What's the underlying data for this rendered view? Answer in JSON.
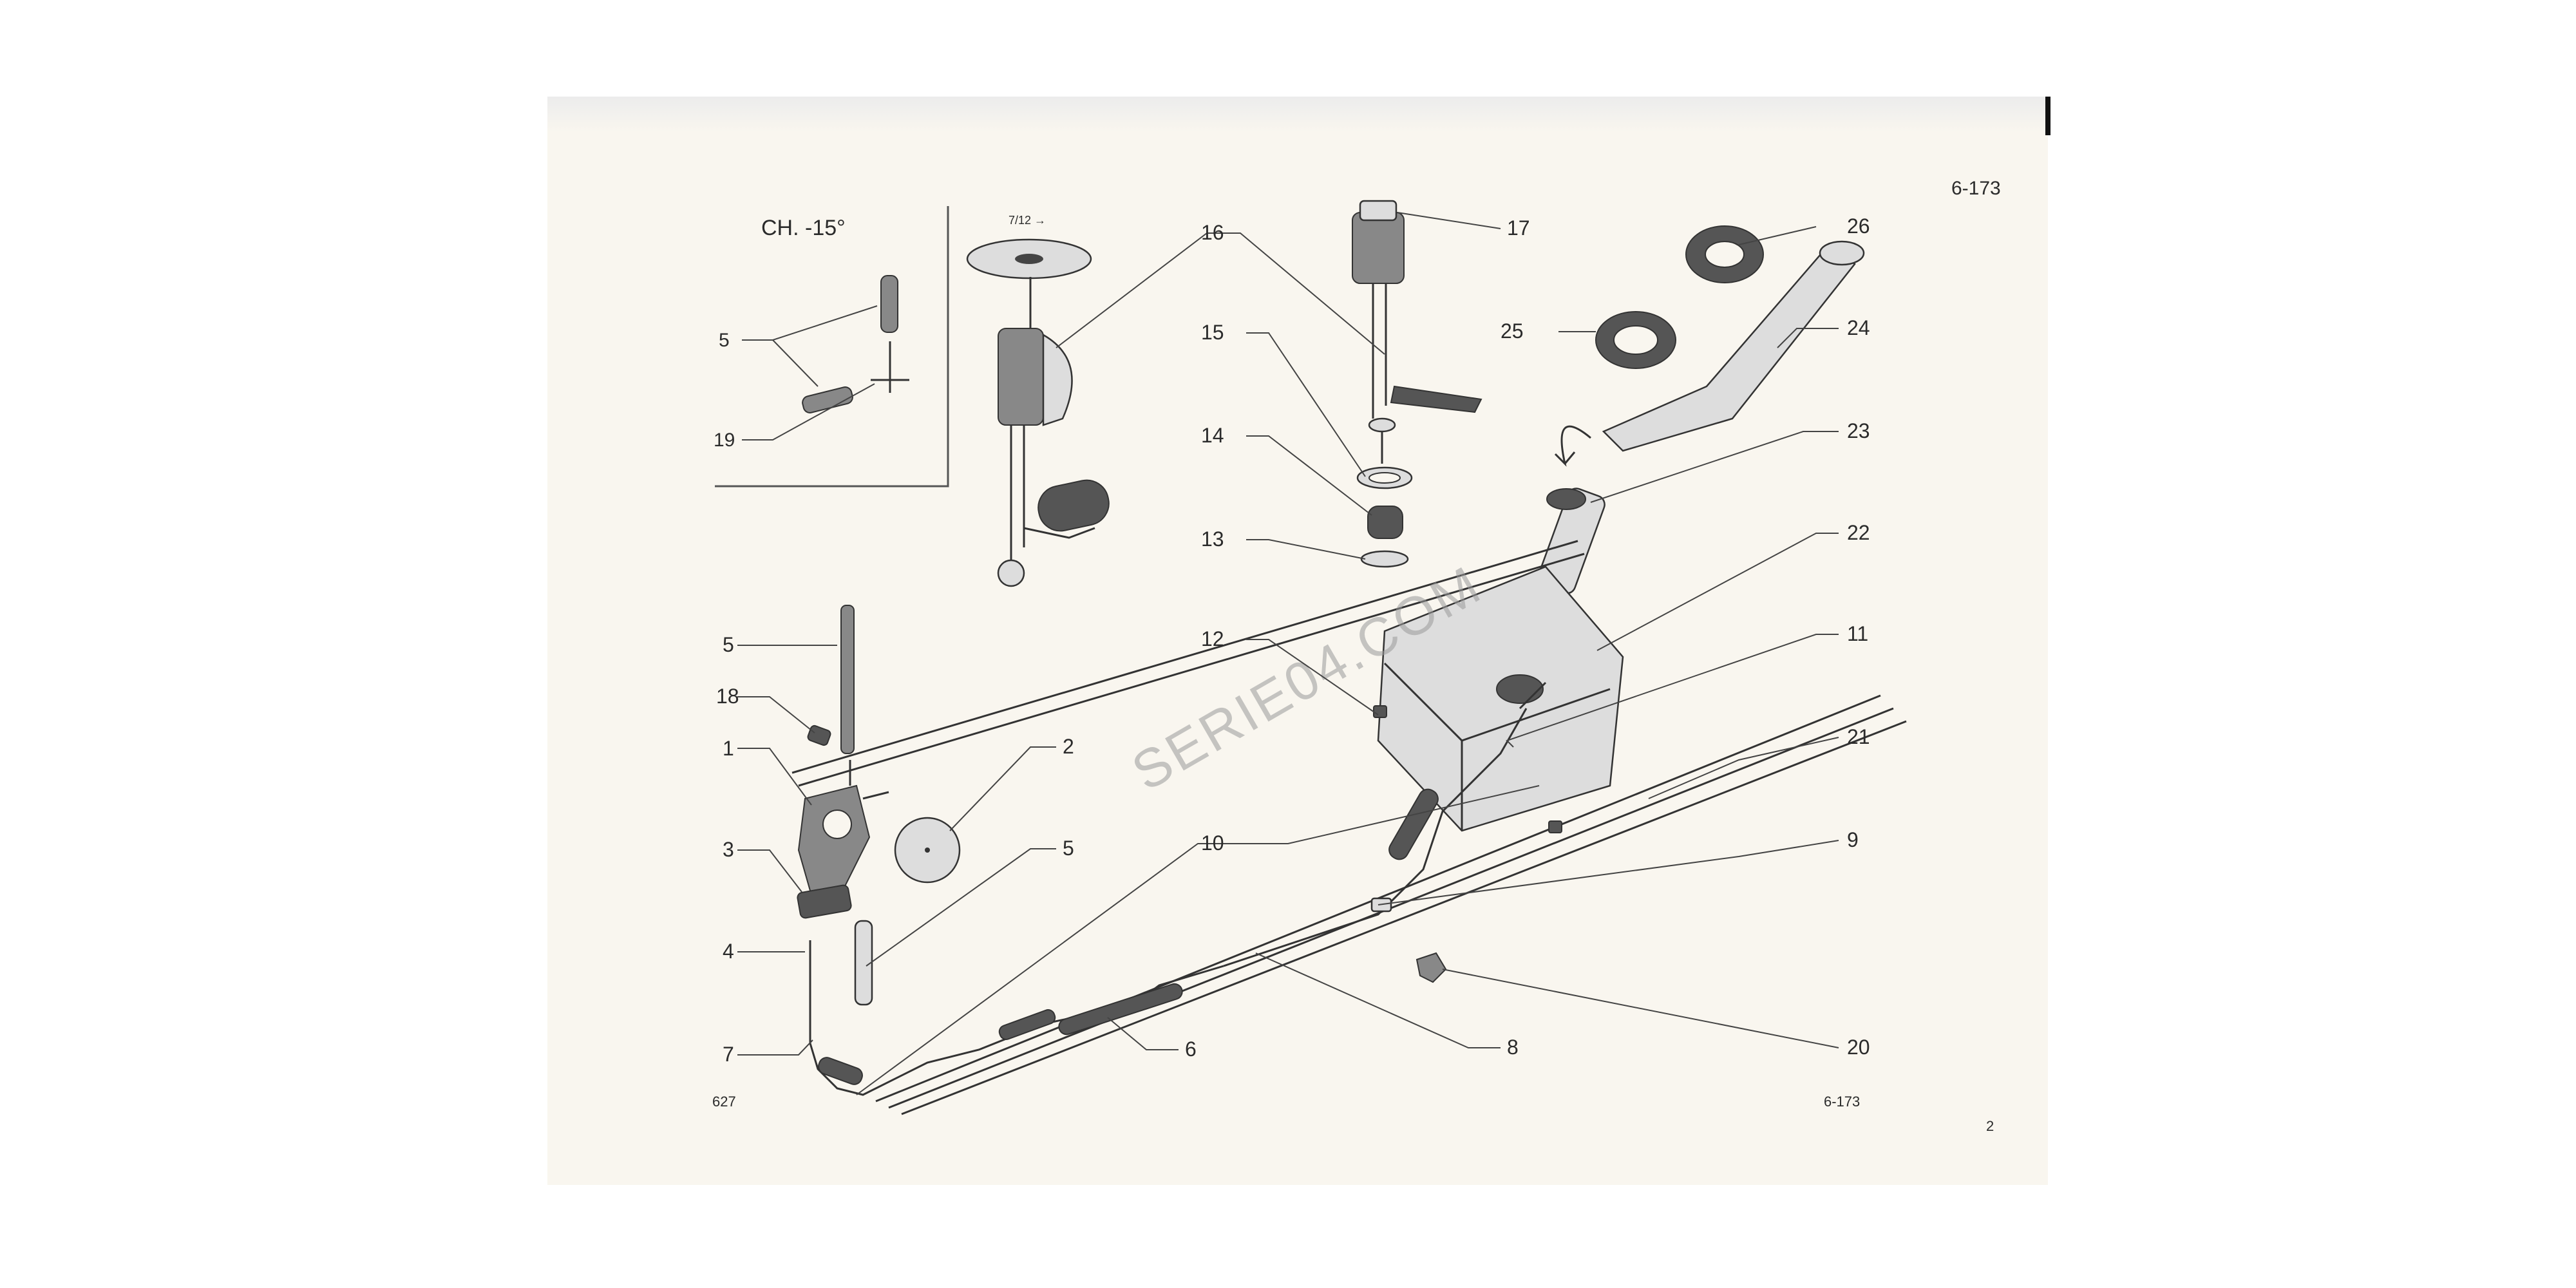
{
  "page": {
    "code_top": "6-173",
    "code_bottom": "6-173",
    "plate_number": "627",
    "page_number": "2",
    "watermark": "SERIE04.COM"
  },
  "inset": {
    "title": "CH. -15°",
    "labels": [
      "5",
      "19"
    ]
  },
  "fuel_gauge_note": "7/12 →",
  "callouts": {
    "c1": "1",
    "c2": "2",
    "c3": "3",
    "c4": "4",
    "c5a": "5",
    "c5b": "5",
    "c6": "6",
    "c7": "7",
    "c8": "8",
    "c9": "9",
    "c10": "10",
    "c11": "11",
    "c12": "12",
    "c13": "13",
    "c14": "14",
    "c15": "15",
    "c16": "16",
    "c17": "17",
    "c18": "18",
    "c20": "20",
    "c21": "21",
    "c22": "22",
    "c23": "23",
    "c24": "24",
    "c25": "25",
    "c26": "26"
  }
}
